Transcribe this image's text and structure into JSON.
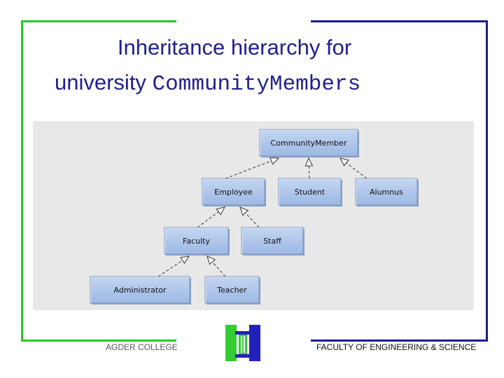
{
  "slide": {
    "title_line1": "Inheritance hierarchy for",
    "title_line2_prefix": "university ",
    "title_line2_code": "CommunityMembers"
  },
  "footer": {
    "left": "AGDER COLLEGE",
    "right": "FACULTY OF ENGINEERING & SCIENCE"
  },
  "colors": {
    "frame_green": "#22cc22",
    "frame_blue": "#1a1a99",
    "title_blue": "#1f1f8f",
    "node_fill": "#aac4ea",
    "panel_gray": "#e8e8e8",
    "logo_green": "#33cc33",
    "logo_blue": "#2222bb"
  },
  "diagram": {
    "nodes": [
      {
        "id": "communitymember",
        "label": "CommunityMember"
      },
      {
        "id": "employee",
        "label": "Employee"
      },
      {
        "id": "student",
        "label": "Student"
      },
      {
        "id": "alumnus",
        "label": "Alumnus"
      },
      {
        "id": "faculty",
        "label": "Faculty"
      },
      {
        "id": "staff",
        "label": "Staff"
      },
      {
        "id": "administrator",
        "label": "Administrator"
      },
      {
        "id": "teacher",
        "label": "Teacher"
      }
    ],
    "edges": [
      {
        "from": "employee",
        "to": "communitymember"
      },
      {
        "from": "student",
        "to": "communitymember"
      },
      {
        "from": "alumnus",
        "to": "communitymember"
      },
      {
        "from": "faculty",
        "to": "employee"
      },
      {
        "from": "staff",
        "to": "employee"
      },
      {
        "from": "administrator",
        "to": "faculty"
      },
      {
        "from": "teacher",
        "to": "faculty"
      }
    ]
  },
  "logo": {
    "icon": "college-pillar-logo-icon"
  }
}
